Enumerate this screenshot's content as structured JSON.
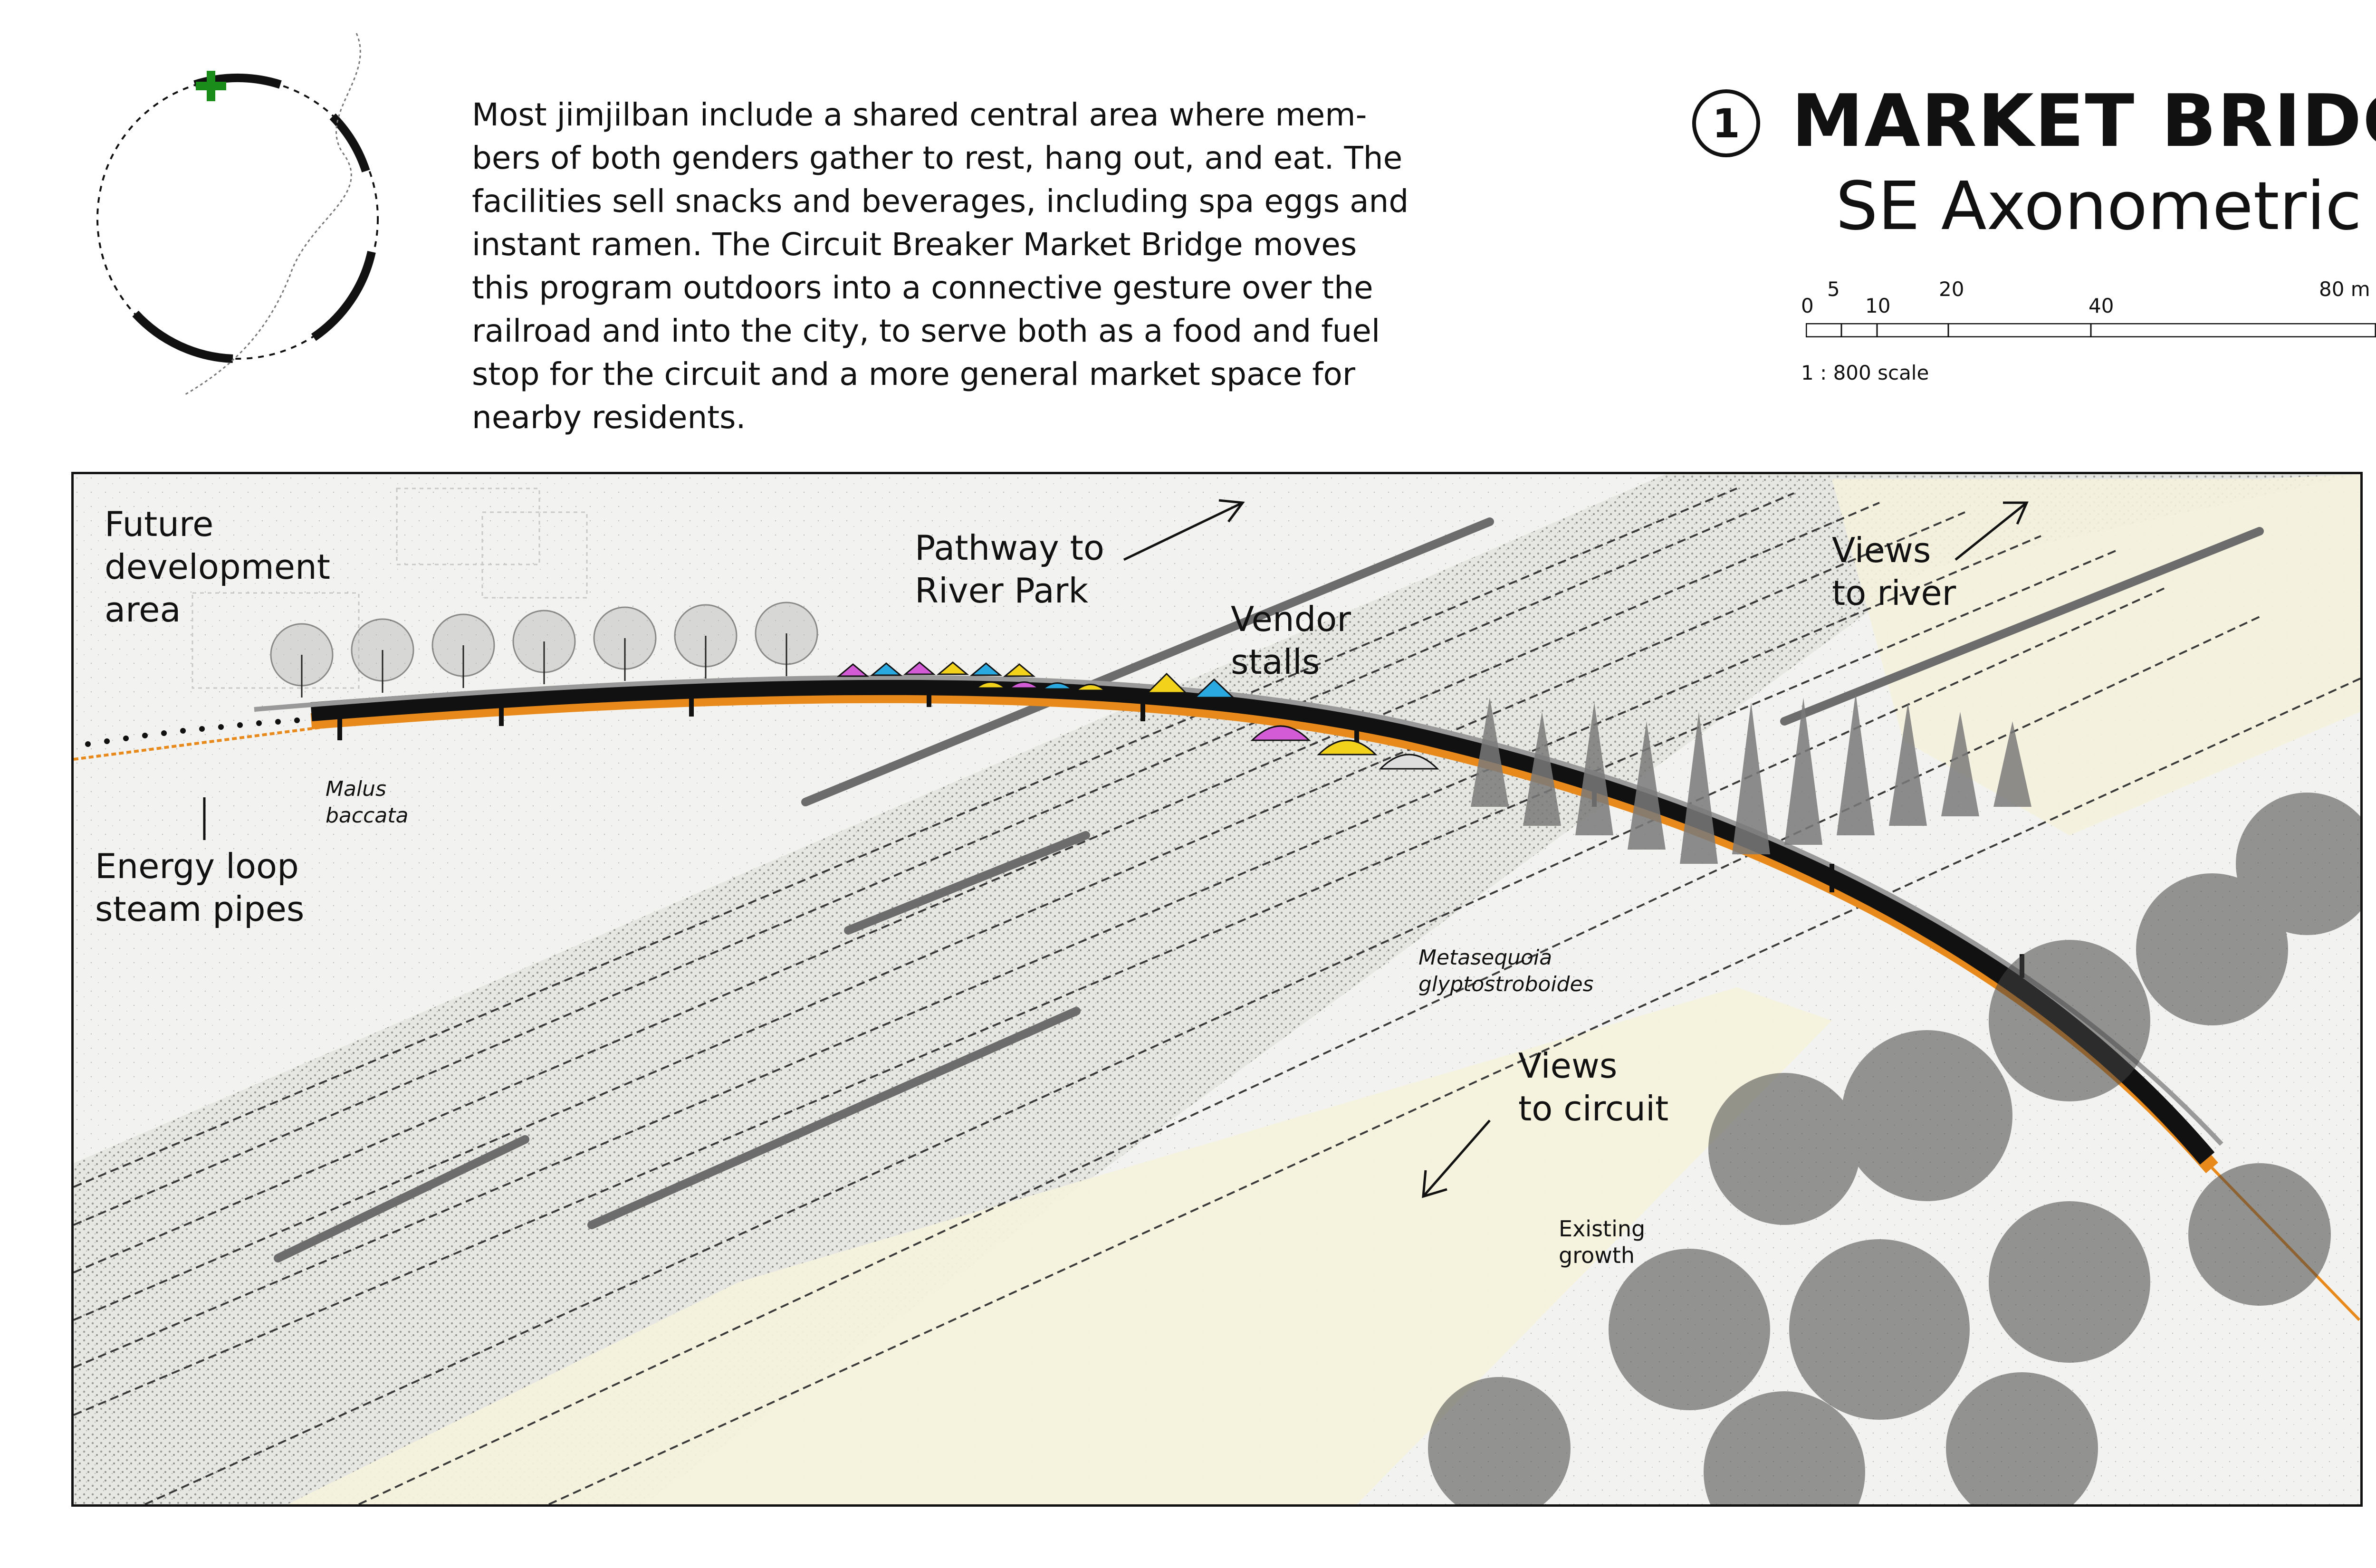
{
  "header": {
    "intro_lines": [
      "Most jimjilban include a shared central area where mem-",
      "bers of both genders gather to rest, hang out, and eat. The",
      "facilities sell snacks and beverages, including spa eggs and",
      "instant ramen. The Circuit Breaker Market Bridge moves",
      "this program outdoors into a connective gesture over the",
      "railroad and into the city, to serve both as a food and fuel",
      "stop for the circuit and a more general market space for",
      "nearby residents."
    ],
    "plan_number": "1",
    "title": "MARKET BRIDGE",
    "subtitle": "SE Axonometric"
  },
  "scale": {
    "ticks": [
      "0",
      "5",
      "10",
      "20",
      "40",
      "80 m"
    ],
    "note": "1 : 800 scale"
  },
  "drawing": {
    "labels": {
      "future_dev": [
        "Future",
        "development",
        "area"
      ],
      "pathway": [
        "Pathway to",
        "River Park"
      ],
      "vendor": [
        "Vendor",
        "stalls"
      ],
      "views_river": [
        "Views",
        "to river"
      ],
      "energy": [
        "Energy loop",
        "steam pipes"
      ],
      "views_circuit": [
        "Views",
        "to circuit"
      ],
      "existing": [
        "Existing",
        "growth"
      ]
    },
    "species": {
      "malus": [
        "Malus",
        "baccata"
      ],
      "metasequoia": [
        "Metasequoia",
        "glyptostroboides"
      ]
    },
    "colors": {
      "locator_plus": "#1a8c1a",
      "pipe_orange": "#e8891c",
      "stall_yellow": "#f2d21b",
      "stall_magenta": "#d35bd6",
      "stall_cyan": "#2aa8e0",
      "field_yellow": "#f4f2dc"
    }
  }
}
